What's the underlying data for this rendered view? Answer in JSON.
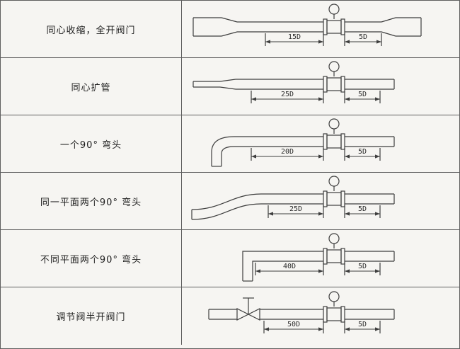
{
  "page": {
    "background": "#f6f5f2",
    "line_color": "#3e3e3e",
    "text_color": "#2b2b2b",
    "border_color": "#5f5f5f"
  },
  "table": {
    "rows": [
      {
        "label": "同心收缩，全开阀门",
        "type": "reducer",
        "dim_upstream": "15D",
        "dim_downstream": "5D"
      },
      {
        "label": "同心扩管",
        "type": "expander",
        "dim_upstream": "25D",
        "dim_downstream": "5D"
      },
      {
        "label": "一个90° 弯头",
        "type": "single-elbow",
        "dim_upstream": "20D",
        "dim_downstream": "5D"
      },
      {
        "label": "同一平面两个90° 弯头",
        "type": "double-elbow-same-plane",
        "dim_upstream": "25D",
        "dim_downstream": "5D"
      },
      {
        "label": "不同平面两个90° 弯头",
        "type": "double-elbow-different-plane",
        "dim_upstream": "40D",
        "dim_downstream": "5D"
      },
      {
        "label": "调节阀半开阀门",
        "type": "half-open-valve",
        "dim_upstream": "50D",
        "dim_downstream": "5D"
      }
    ]
  }
}
